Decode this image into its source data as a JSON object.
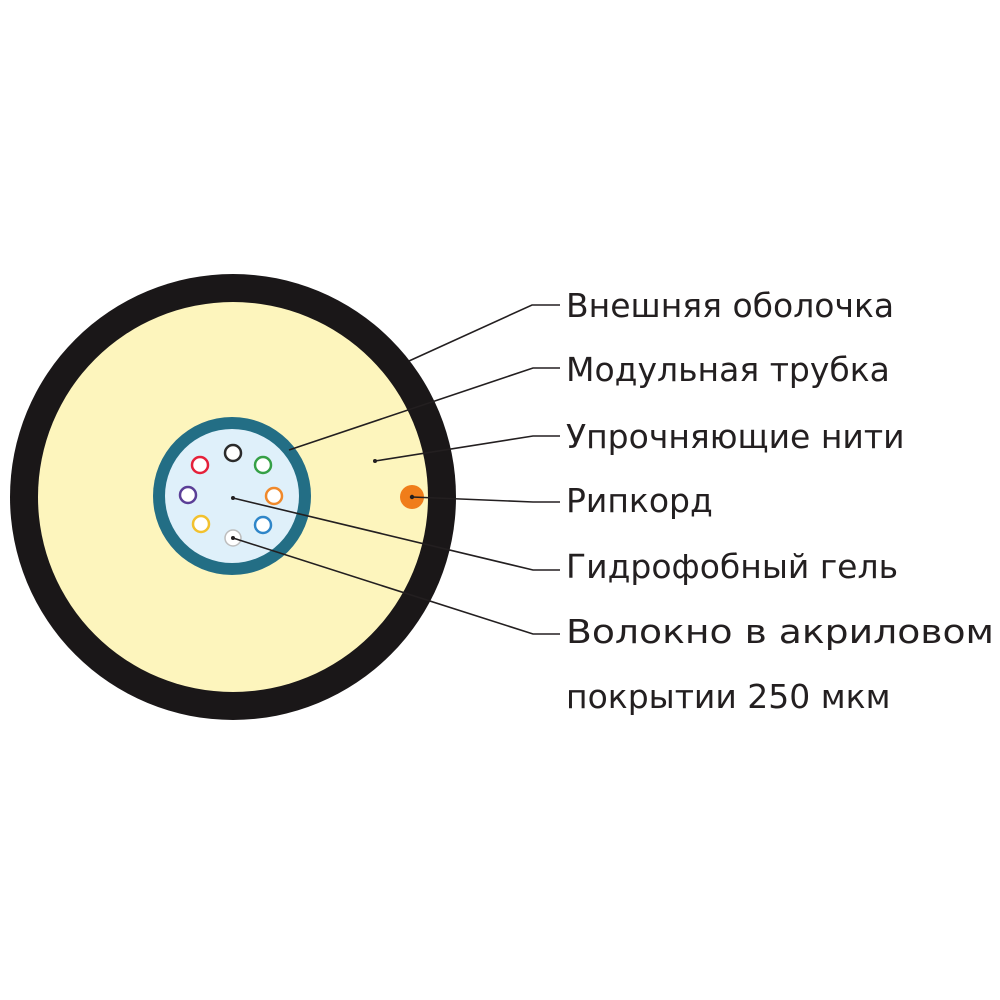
{
  "diagram": {
    "labels": {
      "outer_sheath": "Внешняя оболочка",
      "loose_tube": "Модульная трубка",
      "strength_yarns": "Упрочняющие нити",
      "ripcord": "Рипкорд",
      "gel": "Гидрофобный гель",
      "fiber_line1": "Волокно в акриловом",
      "fiber_line2": "покрытии 250 мкм"
    },
    "colors": {
      "sheath": "#1a1718",
      "yarn_fill": "#fdf5bd",
      "tube": "#236e85",
      "gel": "#dff0fa",
      "ripcord": "#f07d1a",
      "leader": "#231f20"
    },
    "fiber_colors": [
      "#2b2b2b",
      "#35a046",
      "#f0892b",
      "#2f86c9",
      "#f7f7f7",
      "#f2c12e",
      "#5b3f97",
      "#e5213a"
    ]
  }
}
